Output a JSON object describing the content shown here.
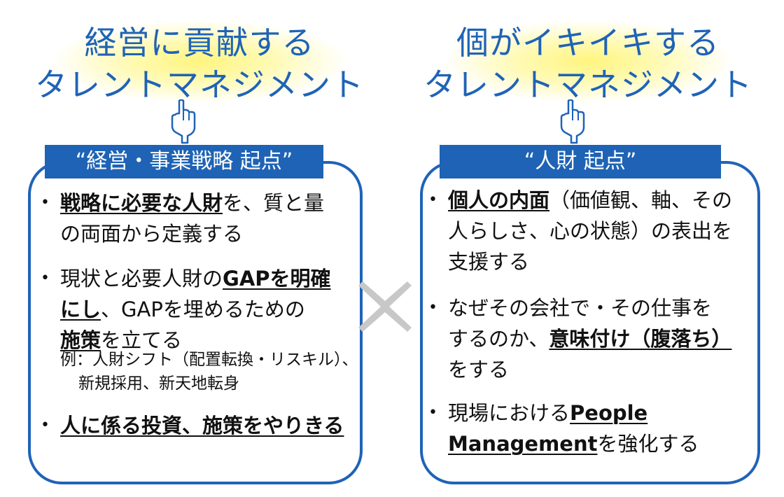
{
  "left": {
    "title_line1": "経営に貢献する",
    "title_line2": "タレントマネジメント",
    "banner": "“経営・事業戦略 起点”",
    "item1": {
      "bold": "戦略に必要な人財",
      "rest_a": "を、質と量",
      "line2": "の両面から定義する"
    },
    "item2": {
      "pre": "現状と必要人財の",
      "bold_a": "GAPを明確",
      "bold_b": "にし",
      "rest_b": "、GAPを埋めるための",
      "bold_c": "施策",
      "rest_c": "を立てる"
    },
    "example_line1": "例：人財シフト（配置転換・リスキル）、",
    "example_line2": "新規採用、新天地転身",
    "item3": {
      "bold": "人に係る投資、施策をやりきる"
    }
  },
  "right": {
    "title_line1": "個がイキイキする",
    "title_line2": "タレントマネジメント",
    "banner": "“人財 起点”",
    "item1": {
      "bold": "個人の内面",
      "rest_a": "（価値観、軸、その",
      "line2": "人らしさ、心の状態）の表出を",
      "line3": "支援する"
    },
    "item2": {
      "line1": "なぜその会社で・その仕事を",
      "pre": "するのか、",
      "bold": "意味付け（腹落ち）",
      "line3": "をする"
    },
    "item3": {
      "pre": "現場における",
      "bold_a": "People",
      "bold_b": "Management",
      "rest": "を強化する"
    }
  },
  "bullet_char": "•",
  "colors": {
    "accent": "#1f63b7",
    "banner": "#1e63b5",
    "glow": "#fff478",
    "cross": "#c8c8c8"
  },
  "icons": {
    "pointer": "pointing-hand-icon",
    "cross": "multiply-cross-icon"
  }
}
